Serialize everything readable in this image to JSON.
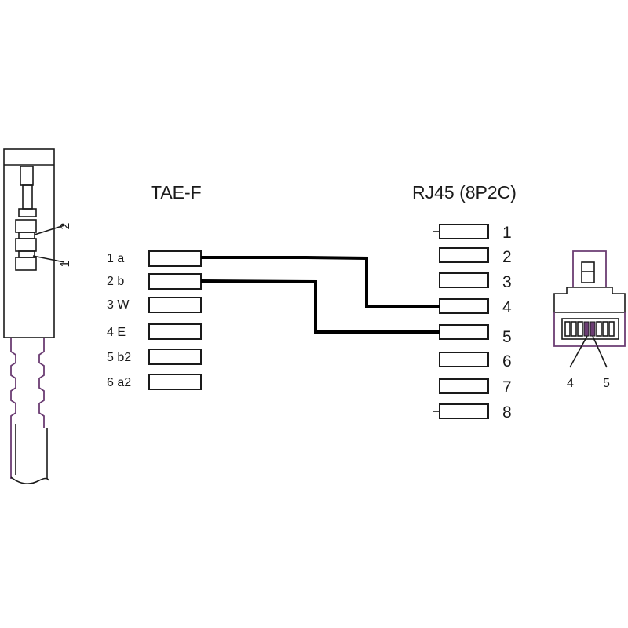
{
  "tae": {
    "title": "TAE-F",
    "pins": [
      "1 a",
      "2 b",
      "3 W",
      "4 E",
      "5 b2",
      "6 a2"
    ]
  },
  "rj45": {
    "title": "RJ45 (8P2C)",
    "pins": [
      "1",
      "2",
      "3",
      "4",
      "5",
      "6",
      "7",
      "8"
    ]
  },
  "plug_callouts": [
    "2",
    "1"
  ],
  "rj_plug_callouts": [
    "4",
    "5"
  ],
  "wiring": [
    {
      "from": "1 a",
      "to": "4"
    },
    {
      "from": "2 b",
      "to": "5"
    }
  ],
  "colors": {
    "line": "#1a1a1a",
    "wire": "#000000",
    "accent": "#6b3d73"
  }
}
